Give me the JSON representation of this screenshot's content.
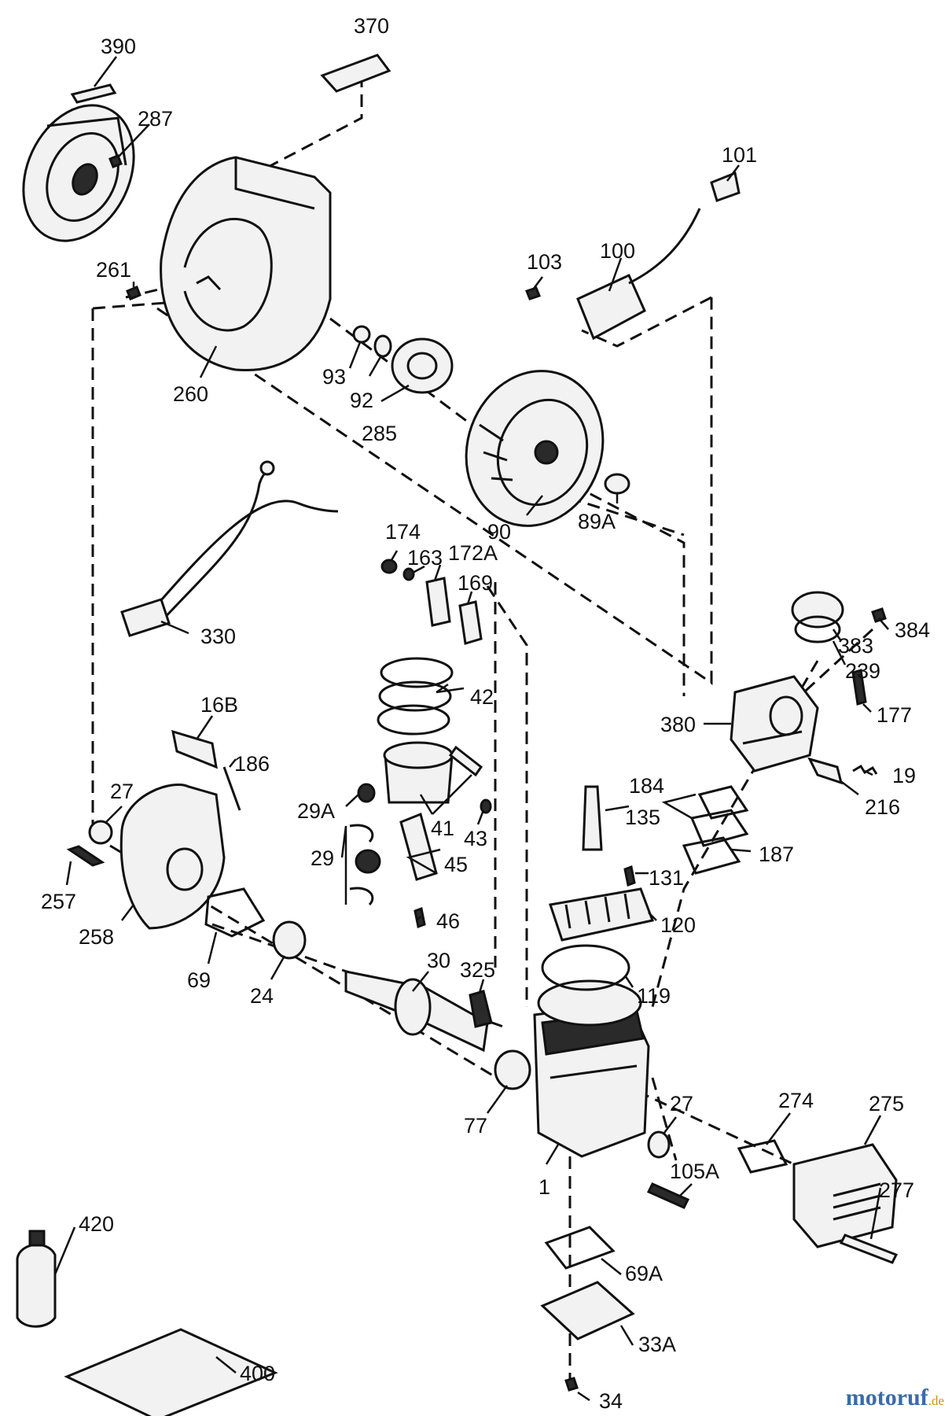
{
  "diagram": {
    "callouts": {
      "c390": "390",
      "c370": "370",
      "c287": "287",
      "c101": "101",
      "c103": "103",
      "c100": "100",
      "c261": "261",
      "c93": "93",
      "c92": "92",
      "c285": "285",
      "c260": "260",
      "c90": "90",
      "c89A": "89A",
      "c174": "174",
      "c163": "163",
      "c172A": "172A",
      "c169": "169",
      "c330": "330",
      "c384": "384",
      "c383": "383",
      "c239": "239",
      "c42": "42",
      "c16B": "16B",
      "c186": "186",
      "c380": "380",
      "c177": "177",
      "c19": "19",
      "c216": "216",
      "c27a": "27",
      "c29A": "29A",
      "c41": "41",
      "c43": "43",
      "c184": "184",
      "c135": "135",
      "c187": "187",
      "c29": "29",
      "c45": "45",
      "c257": "257",
      "c258": "258",
      "c46": "46",
      "c131": "131",
      "c120": "120",
      "c69": "69",
      "c24": "24",
      "c30": "30",
      "c325": "325",
      "c119": "119",
      "c77": "77",
      "c27b": "27",
      "c274": "274",
      "c275": "275",
      "c105A": "105A",
      "c1": "1",
      "c277": "277",
      "c420": "420",
      "c69A": "69A",
      "c33A": "33A",
      "c400": "400",
      "c34": "34"
    }
  },
  "brand": {
    "name": "motoruf",
    "suffix": ".de",
    "color_primary": "#3b6aa8",
    "color_secondary": "#c8921e"
  }
}
